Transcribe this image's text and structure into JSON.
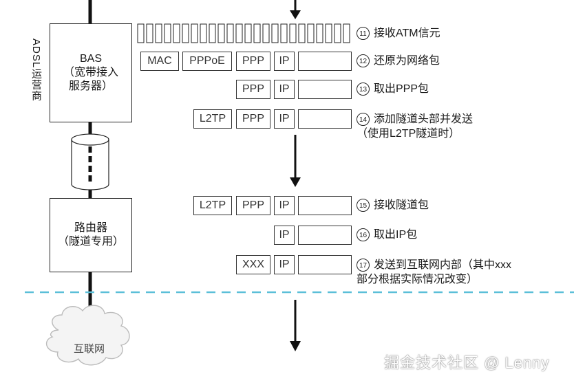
{
  "colors": {
    "stroke": "#222222",
    "dash_line": "#5bbfd8",
    "text": "#1a1a1a"
  },
  "side_label": "ADSL运营商",
  "bas": {
    "line1": "BAS",
    "line2": "（宽带接入",
    "line3": "服务器）"
  },
  "router": {
    "line1": "路由器",
    "line2": "（隧道专用）"
  },
  "internet": "互联网",
  "steps": [
    {
      "num": "11",
      "text": "接收ATM信元",
      "sub": ""
    },
    {
      "num": "12",
      "text": "还原为网络包",
      "sub": ""
    },
    {
      "num": "13",
      "text": "取出PPP包",
      "sub": ""
    },
    {
      "num": "14",
      "text": "添加隧道头部并发送",
      "sub": "（使用L2TP隧道时）"
    },
    {
      "num": "15",
      "text": "接收隧道包",
      "sub": ""
    },
    {
      "num": "16",
      "text": "取出IP包",
      "sub": ""
    },
    {
      "num": "17",
      "text": "发送到互联网内部（其中xxx",
      "sub": "部分根据实际情况改变）"
    }
  ],
  "rows": {
    "r12": [
      "MAC",
      "PPPoE",
      "PPP",
      "IP"
    ],
    "r13": [
      "PPP",
      "IP"
    ],
    "r14": [
      "L2TP",
      "PPP",
      "IP"
    ],
    "r15": [
      "L2TP",
      "PPP",
      "IP"
    ],
    "r16": [
      "IP"
    ],
    "r17": [
      "XXX",
      "IP"
    ]
  },
  "watermark": "掘金技术社区 @ Lenny"
}
